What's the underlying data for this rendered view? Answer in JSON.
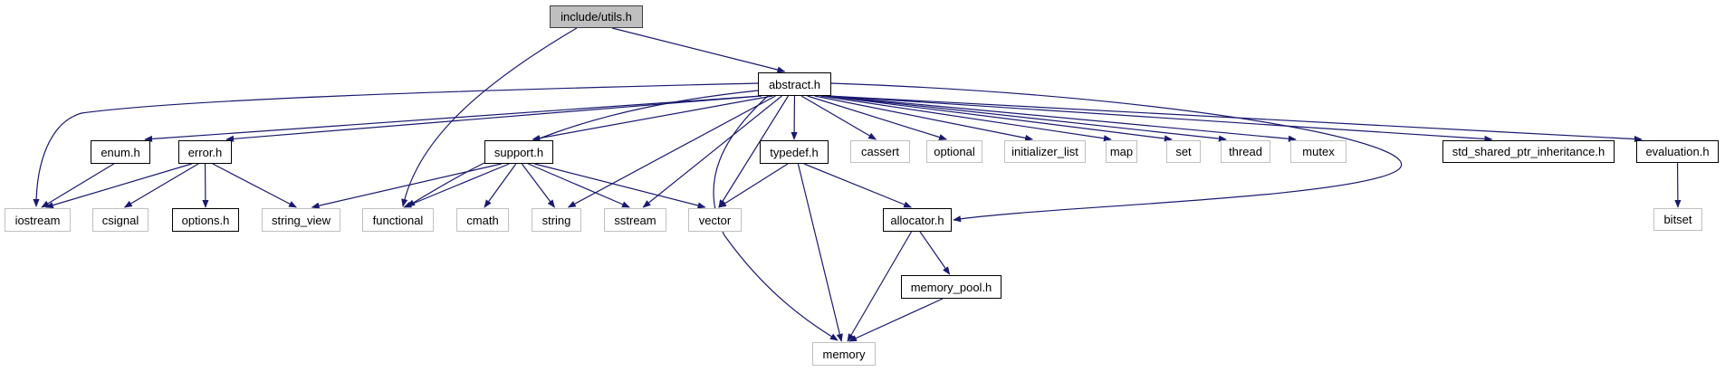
{
  "title": "Include dependency graph for include/utils.h",
  "colors": {
    "edge": "#191970",
    "root_fill": "#bfbfbf",
    "project_border": "#000000",
    "external_border": "#c0c0c0"
  },
  "nodes": [
    {
      "id": "utils",
      "label": "include/utils.h",
      "kind": "root"
    },
    {
      "id": "abstract",
      "label": "abstract.h",
      "kind": "project"
    },
    {
      "id": "enum",
      "label": "enum.h",
      "kind": "project"
    },
    {
      "id": "error",
      "label": "error.h",
      "kind": "project"
    },
    {
      "id": "support",
      "label": "support.h",
      "kind": "project"
    },
    {
      "id": "typedef",
      "label": "typedef.h",
      "kind": "project"
    },
    {
      "id": "cassert",
      "label": "cassert",
      "kind": "external"
    },
    {
      "id": "optional",
      "label": "optional",
      "kind": "external"
    },
    {
      "id": "initializer_list",
      "label": "initializer_list",
      "kind": "external"
    },
    {
      "id": "map",
      "label": "map",
      "kind": "external"
    },
    {
      "id": "set",
      "label": "set",
      "kind": "external"
    },
    {
      "id": "thread",
      "label": "thread",
      "kind": "external"
    },
    {
      "id": "mutex",
      "label": "mutex",
      "kind": "external"
    },
    {
      "id": "stdsp",
      "label": "std_shared_ptr_inheritance.h",
      "kind": "project"
    },
    {
      "id": "evaluation",
      "label": "evaluation.h",
      "kind": "project"
    },
    {
      "id": "iostream",
      "label": "iostream",
      "kind": "external"
    },
    {
      "id": "csignal",
      "label": "csignal",
      "kind": "external"
    },
    {
      "id": "options",
      "label": "options.h",
      "kind": "project"
    },
    {
      "id": "string_view",
      "label": "string_view",
      "kind": "external"
    },
    {
      "id": "functional",
      "label": "functional",
      "kind": "external"
    },
    {
      "id": "cmath",
      "label": "cmath",
      "kind": "external"
    },
    {
      "id": "string",
      "label": "string",
      "kind": "external"
    },
    {
      "id": "sstream",
      "label": "sstream",
      "kind": "external"
    },
    {
      "id": "vector",
      "label": "vector",
      "kind": "external"
    },
    {
      "id": "allocator",
      "label": "allocator.h",
      "kind": "project"
    },
    {
      "id": "bitset",
      "label": "bitset",
      "kind": "external"
    },
    {
      "id": "memory_pool",
      "label": "memory_pool.h",
      "kind": "project"
    },
    {
      "id": "memory",
      "label": "memory",
      "kind": "external"
    }
  ],
  "edges": [
    [
      "utils",
      "abstract"
    ],
    [
      "utils",
      "functional"
    ],
    [
      "abstract",
      "iostream"
    ],
    [
      "abstract",
      "enum"
    ],
    [
      "abstract",
      "error"
    ],
    [
      "abstract",
      "functional"
    ],
    [
      "abstract",
      "support"
    ],
    [
      "abstract",
      "string"
    ],
    [
      "abstract",
      "sstream"
    ],
    [
      "abstract",
      "vector"
    ],
    [
      "abstract",
      "memory"
    ],
    [
      "abstract",
      "typedef"
    ],
    [
      "abstract",
      "cassert"
    ],
    [
      "abstract",
      "optional"
    ],
    [
      "abstract",
      "initializer_list"
    ],
    [
      "abstract",
      "map"
    ],
    [
      "abstract",
      "set"
    ],
    [
      "abstract",
      "thread"
    ],
    [
      "abstract",
      "mutex"
    ],
    [
      "abstract",
      "allocator"
    ],
    [
      "abstract",
      "stdsp"
    ],
    [
      "abstract",
      "evaluation"
    ],
    [
      "enum",
      "iostream"
    ],
    [
      "error",
      "iostream"
    ],
    [
      "error",
      "csignal"
    ],
    [
      "error",
      "options"
    ],
    [
      "error",
      "string_view"
    ],
    [
      "support",
      "string_view"
    ],
    [
      "support",
      "functional"
    ],
    [
      "support",
      "cmath"
    ],
    [
      "support",
      "string"
    ],
    [
      "support",
      "sstream"
    ],
    [
      "support",
      "vector"
    ],
    [
      "typedef",
      "vector"
    ],
    [
      "typedef",
      "memory"
    ],
    [
      "typedef",
      "allocator"
    ],
    [
      "allocator",
      "memory"
    ],
    [
      "allocator",
      "memory_pool"
    ],
    [
      "memory_pool",
      "memory"
    ],
    [
      "evaluation",
      "bitset"
    ]
  ]
}
